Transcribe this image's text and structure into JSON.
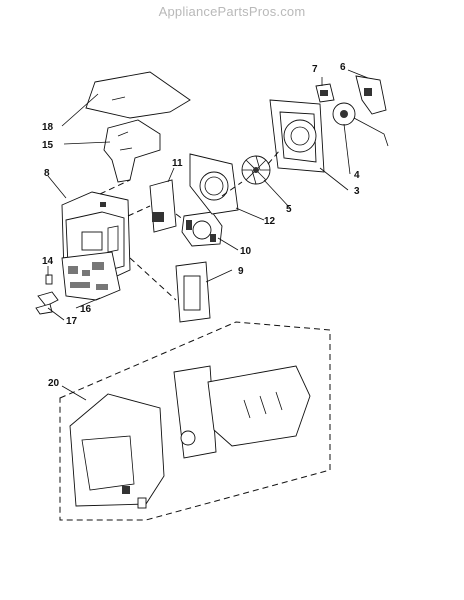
{
  "watermark": "AppliancePartsPros.com",
  "callouts": [
    {
      "id": "1",
      "text": "18"
    },
    {
      "id": "2",
      "text": "15"
    },
    {
      "id": "3",
      "text": "8"
    },
    {
      "id": "4",
      "text": "11"
    },
    {
      "id": "5",
      "text": "7"
    },
    {
      "id": "6",
      "text": "6"
    },
    {
      "id": "7",
      "text": "4"
    },
    {
      "id": "8",
      "text": "3"
    },
    {
      "id": "9",
      "text": "5"
    },
    {
      "id": "10",
      "text": "12"
    },
    {
      "id": "11",
      "text": "10"
    },
    {
      "id": "12",
      "text": "9"
    },
    {
      "id": "13",
      "text": "14"
    },
    {
      "id": "14",
      "text": "16"
    },
    {
      "id": "15",
      "text": "17"
    },
    {
      "id": "16",
      "text": "20"
    }
  ]
}
